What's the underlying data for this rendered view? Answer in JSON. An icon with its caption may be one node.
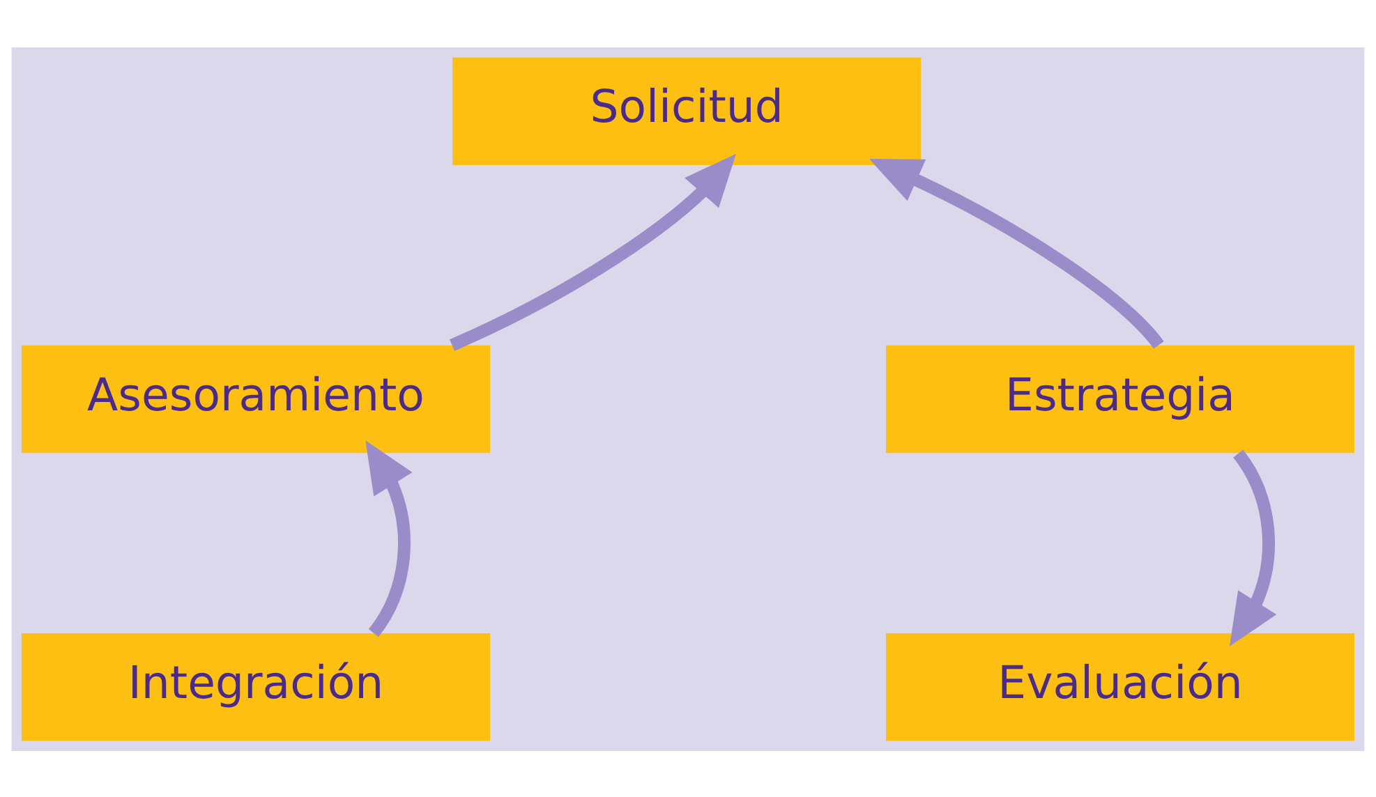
{
  "diagram": {
    "nodes": [
      {
        "text": [
          "Solicitud"
        ]
      },
      {
        "text": [
          "Asesoramiento"
        ]
      },
      {
        "text": [
          "Estrategia"
        ]
      },
      {
        "text": [
          "Integración"
        ]
      },
      {
        "text": [
          "Evaluación"
        ]
      }
    ],
    "edges": [
      {
        "from": 1,
        "to": 0,
        "arrow": "to"
      },
      {
        "from": 2,
        "to": 0,
        "arrow": "to"
      },
      {
        "from": 2,
        "to": 4,
        "arrow": "to"
      },
      {
        "from": 3,
        "to": 1,
        "arrow": "to"
      }
    ]
  }
}
